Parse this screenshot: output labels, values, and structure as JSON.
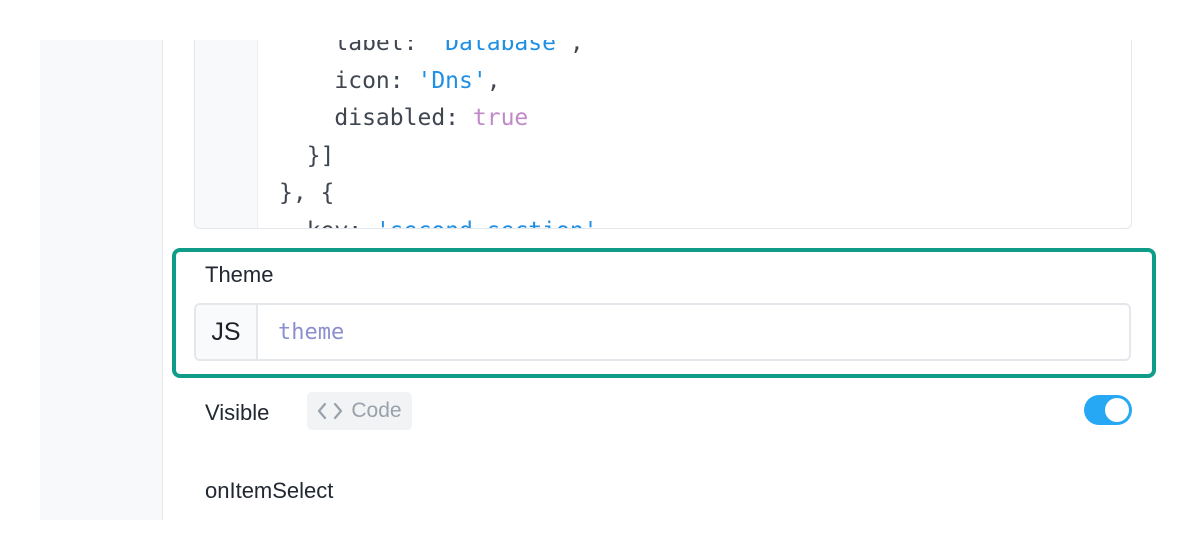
{
  "code_editor": {
    "lines": [
      {
        "indent": "    ",
        "parts": [
          {
            "t": "label: ",
            "c": "plain"
          },
          {
            "t": "'Database'",
            "c": "str"
          },
          {
            "t": ",",
            "c": "plain"
          }
        ]
      },
      {
        "indent": "    ",
        "parts": [
          {
            "t": "icon: ",
            "c": "plain"
          },
          {
            "t": "'Dns'",
            "c": "str"
          },
          {
            "t": ",",
            "c": "plain"
          }
        ]
      },
      {
        "indent": "    ",
        "parts": [
          {
            "t": "disabled: ",
            "c": "plain"
          },
          {
            "t": "true",
            "c": "bool"
          }
        ]
      },
      {
        "indent": "  ",
        "parts": [
          {
            "t": "}]",
            "c": "plain"
          }
        ]
      },
      {
        "indent": "",
        "parts": [
          {
            "t": "}, {",
            "c": "plain"
          }
        ]
      },
      {
        "indent": "  ",
        "parts": [
          {
            "t": "key: ",
            "c": "plain"
          },
          {
            "t": "'second-section'",
            "c": "str"
          }
        ]
      }
    ]
  },
  "theme_field": {
    "label": "Theme",
    "prefix": "JS",
    "value": "theme"
  },
  "visible_field": {
    "label": "Visible",
    "code_chip_icon": "code-brackets-icon",
    "code_chip_label": "Code",
    "toggle_on": true
  },
  "on_item_select": {
    "label": "onItemSelect"
  },
  "colors": {
    "highlight": "#0f9d8a",
    "toggle": "#27a8f5",
    "string": "#1f8fe5",
    "boolean": "#c08ac9",
    "theme_value": "#8c8fcf"
  }
}
